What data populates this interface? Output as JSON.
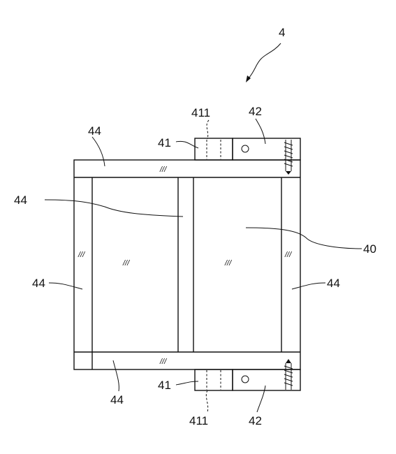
{
  "diagram": {
    "assembly_label": "4",
    "panel_label": "40",
    "hinge_label": "41",
    "pin_label": "411",
    "bracket_label": "42",
    "frame_label": "44",
    "hatch_mark": "///"
  }
}
